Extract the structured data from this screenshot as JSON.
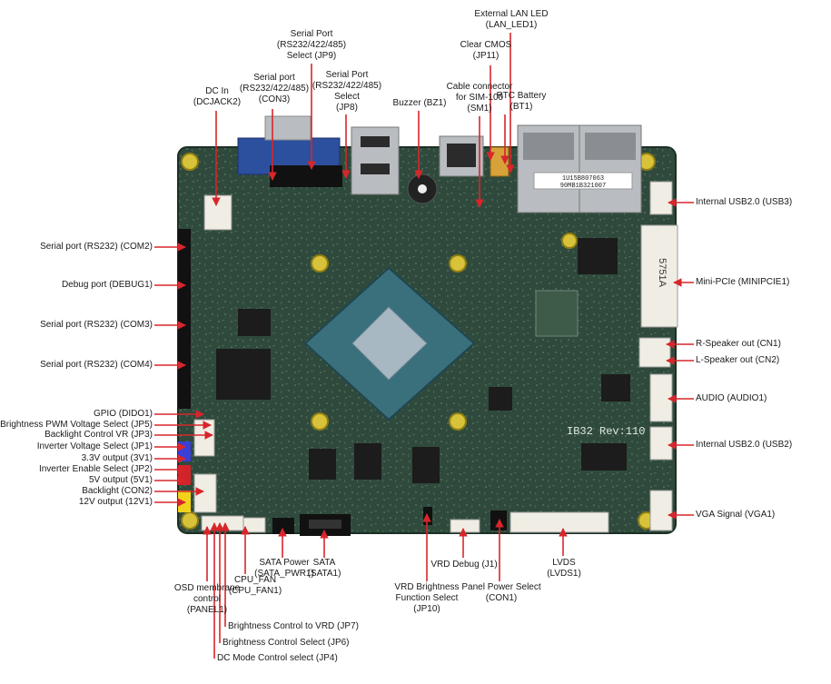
{
  "diagram": {
    "top_labels": {
      "dc_in": [
        "DC In",
        "(DCJACK2)"
      ],
      "serial_con3": [
        "Serial port",
        "(RS232/422/485)",
        "(CON3)"
      ],
      "serial_jp9": [
        "Serial Port",
        "(RS232/422/485)",
        "Select (JP9)"
      ],
      "serial_jp8": [
        "Serial Port",
        "(RS232/422/485)",
        "Select",
        "(JP8)"
      ],
      "buzzer": [
        "Buzzer (BZ1)"
      ],
      "sim": [
        "Cable connector",
        "for SIM-100",
        "(SM1)"
      ],
      "clear_cmos": [
        "Clear CMOS",
        "(JP11)"
      ],
      "rtc": [
        "RTC Battery",
        "(BT1)"
      ],
      "lan_led": [
        "External LAN LED",
        "(LAN_LED1)"
      ]
    },
    "left_labels": {
      "com2": "Serial port (RS232) (COM2)",
      "debug": "Debug port (DEBUG1)",
      "com3": "Serial port (RS232) (COM3)",
      "com4": "Serial port (RS232) (COM4)",
      "gpio": "GPIO (DIDO1)",
      "jp5": "Brightness PWM Voltage Select (JP5)",
      "jp3": "Backlight Control VR (JP3)",
      "jp1": "Inverter Voltage Select (JP1)",
      "v33": "3.3V output (3V1)",
      "jp2": "Inverter Enable Select (JP2)",
      "v5": "5V output (5V1)",
      "con2": "Backlight (CON2)",
      "v12": "12V output (12V1)"
    },
    "right_labels": {
      "usb3": "Internal USB2.0 (USB3)",
      "minipcie": "Mini-PCIe (MINIPCIE1)",
      "cn1": "R-Speaker out (CN1)",
      "cn2": "L-Speaker out (CN2)",
      "audio": "AUDIO (AUDIO1)",
      "usb2": "Internal USB2.0 (USB2)",
      "vga": "VGA Signal (VGA1)"
    },
    "bottom_labels": {
      "panel": [
        "OSD membrane",
        "control",
        "(PANEL1)"
      ],
      "cpu_fan": [
        "CPU_FAN",
        "(CPU_FAN1)"
      ],
      "sata_pwr": [
        "SATA Power",
        "(SATA_PWR1)"
      ],
      "sata": [
        "SATA",
        "(SATA1)"
      ],
      "jp10": [
        "VRD Brightness",
        "Function Select",
        "(JP10)"
      ],
      "j1": [
        "VRD Debug (J1)"
      ],
      "con1": [
        "Panel Power Select",
        "(CON1)"
      ],
      "lvds": [
        "LVDS",
        "(LVDS1)"
      ],
      "jp7": [
        "Brightness Control to VRD (JP7)"
      ],
      "jp6": [
        "Brightness Control Select (JP6)"
      ],
      "jp4": [
        "DC Mode Control select (JP4)"
      ]
    },
    "silkscreen": {
      "board": "IB32 Rev:110",
      "lan_sticker_1": "1U15B807063",
      "lan_sticker_2": "90MB1B321007",
      "minipcie_mark": "5751A"
    },
    "colors": {
      "pcb": "#2f4a3c",
      "pcb_dark": "#243a2f",
      "arrow": "#d7262b",
      "mount_hole": "#d8c23a",
      "cpu": "#3a6f7c",
      "cpu_die": "#a7b8c2",
      "connector_white": "#f0ede4",
      "pin_header": "#111111",
      "vga_blue": "#2c4f9e",
      "jumper_blue": "#3a3fd6",
      "jumper_red": "#d2232a",
      "jumper_yellow": "#f2d21a",
      "metal": "#b9bcc0"
    }
  }
}
